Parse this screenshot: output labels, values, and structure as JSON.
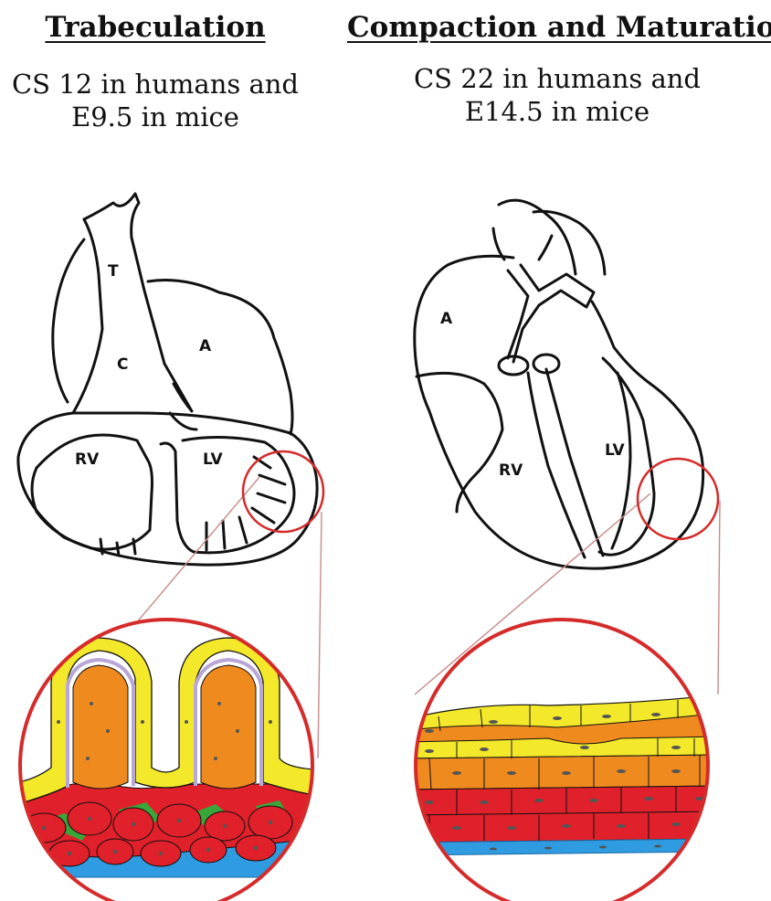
{
  "left_panel": {
    "title": "Trabeculation",
    "stage_line1": "CS 12 in humans and",
    "stage_line2": "E9.5 in mice",
    "labels": {
      "t": "T",
      "c": "C",
      "a": "A",
      "rv": "RV",
      "lv": "LV"
    }
  },
  "right_panel": {
    "title": "Compaction and Maturation",
    "stage_line1": "CS 22 in humans and",
    "stage_line2": "E14.5 in mice",
    "labels": {
      "a": "A",
      "rv": "RV",
      "lv": "LV"
    }
  },
  "colors": {
    "outline": "#111111",
    "zoom_circle": "#d52b2b",
    "zoom_line": "#c88a8a",
    "endocardium_yellow": "#f3e92a",
    "trabecular_orange": "#ef8a1f",
    "compact_red": "#e0202a",
    "interstitial_green": "#3aa63a",
    "epicardium_blue": "#2f9be0",
    "basement_lilac": "#b7a6d6"
  }
}
